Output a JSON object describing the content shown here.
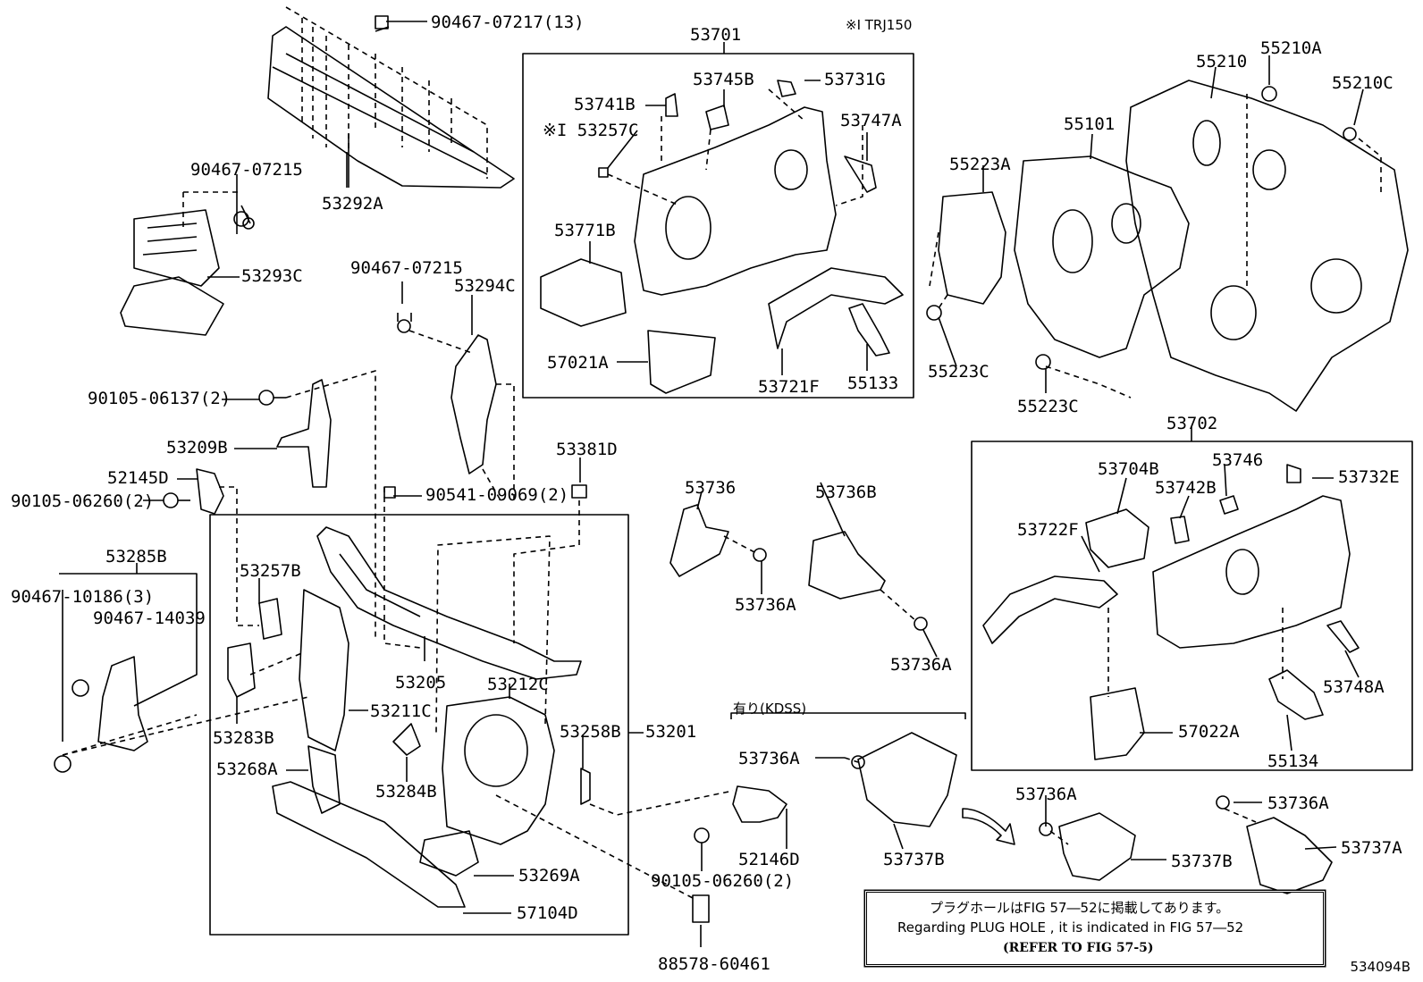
{
  "header_note": "※I TRJ150",
  "kdss_note": "有り(KDSS)",
  "box_note": {
    "jp": "プラグホールはFIG 57―52に掲載してあります。",
    "en": "Regarding PLUG HOLE , it is indicated in FIG 57―52",
    "ref": "(REFER TO FIG 57-5)"
  },
  "diagram_code": "534094B",
  "labels": {
    "p90467_07217": "90467-07217(13)",
    "p53292A": "53292A",
    "p90467_07215a": "90467-07215",
    "p53293C": "53293C",
    "p90467_07215b": "90467-07215",
    "p53294C": "53294C",
    "p90105_06137": "90105-06137(2)",
    "p53209B": "53209B",
    "p52145D": "52145D",
    "p90105_06260a": "90105-06260(2)",
    "p90541_09069": "90541-09069(2)",
    "p53381D": "53381D",
    "p53285B": "53285B",
    "p90467_10186": "90467-10186(3)",
    "p90467_14039": "90467-14039",
    "p53257B": "53257B",
    "p53205": "53205",
    "p53212C": "53212C",
    "p53211C": "53211C",
    "p53283B": "53283B",
    "p53258B": "53258B",
    "p53201": "53201",
    "p53268A": "53268A",
    "p53284B": "53284B",
    "p53269A": "53269A",
    "p57104D": "57104D",
    "p52146D": "52146D",
    "p90105_06260b": "90105-06260(2)",
    "p88578_60461": "88578-60461",
    "p53701": "53701",
    "p53745B": "53745B",
    "p53731G": "53731G",
    "p53741B": "53741B",
    "p53257C": "※I 53257C",
    "p53747A": "53747A",
    "p53771B": "53771B",
    "p57021A": "57021A",
    "p53721F": "53721F",
    "p55133": "55133",
    "p55210": "55210",
    "p55210A": "55210A",
    "p55210C": "55210C",
    "p55101": "55101",
    "p55223A": "55223A",
    "p55223Ca": "55223C",
    "p55223Cb": "55223C",
    "p53702": "53702",
    "p53736": "53736",
    "p53736B": "53736B",
    "p53736Aa": "53736A",
    "p53736Ab": "53736A",
    "p53704B": "53704B",
    "p53746": "53746",
    "p53742B": "53742B",
    "p53732E": "53732E",
    "p53722F": "53722F",
    "p53748A": "53748A",
    "p57022A": "57022A",
    "p55134": "55134",
    "p53736Ac": "53736A",
    "p53737Ba": "53737B",
    "p53736Ad": "53736A",
    "p53736Ae": "53736A",
    "p53737Bb": "53737B",
    "p53737A": "53737A"
  }
}
